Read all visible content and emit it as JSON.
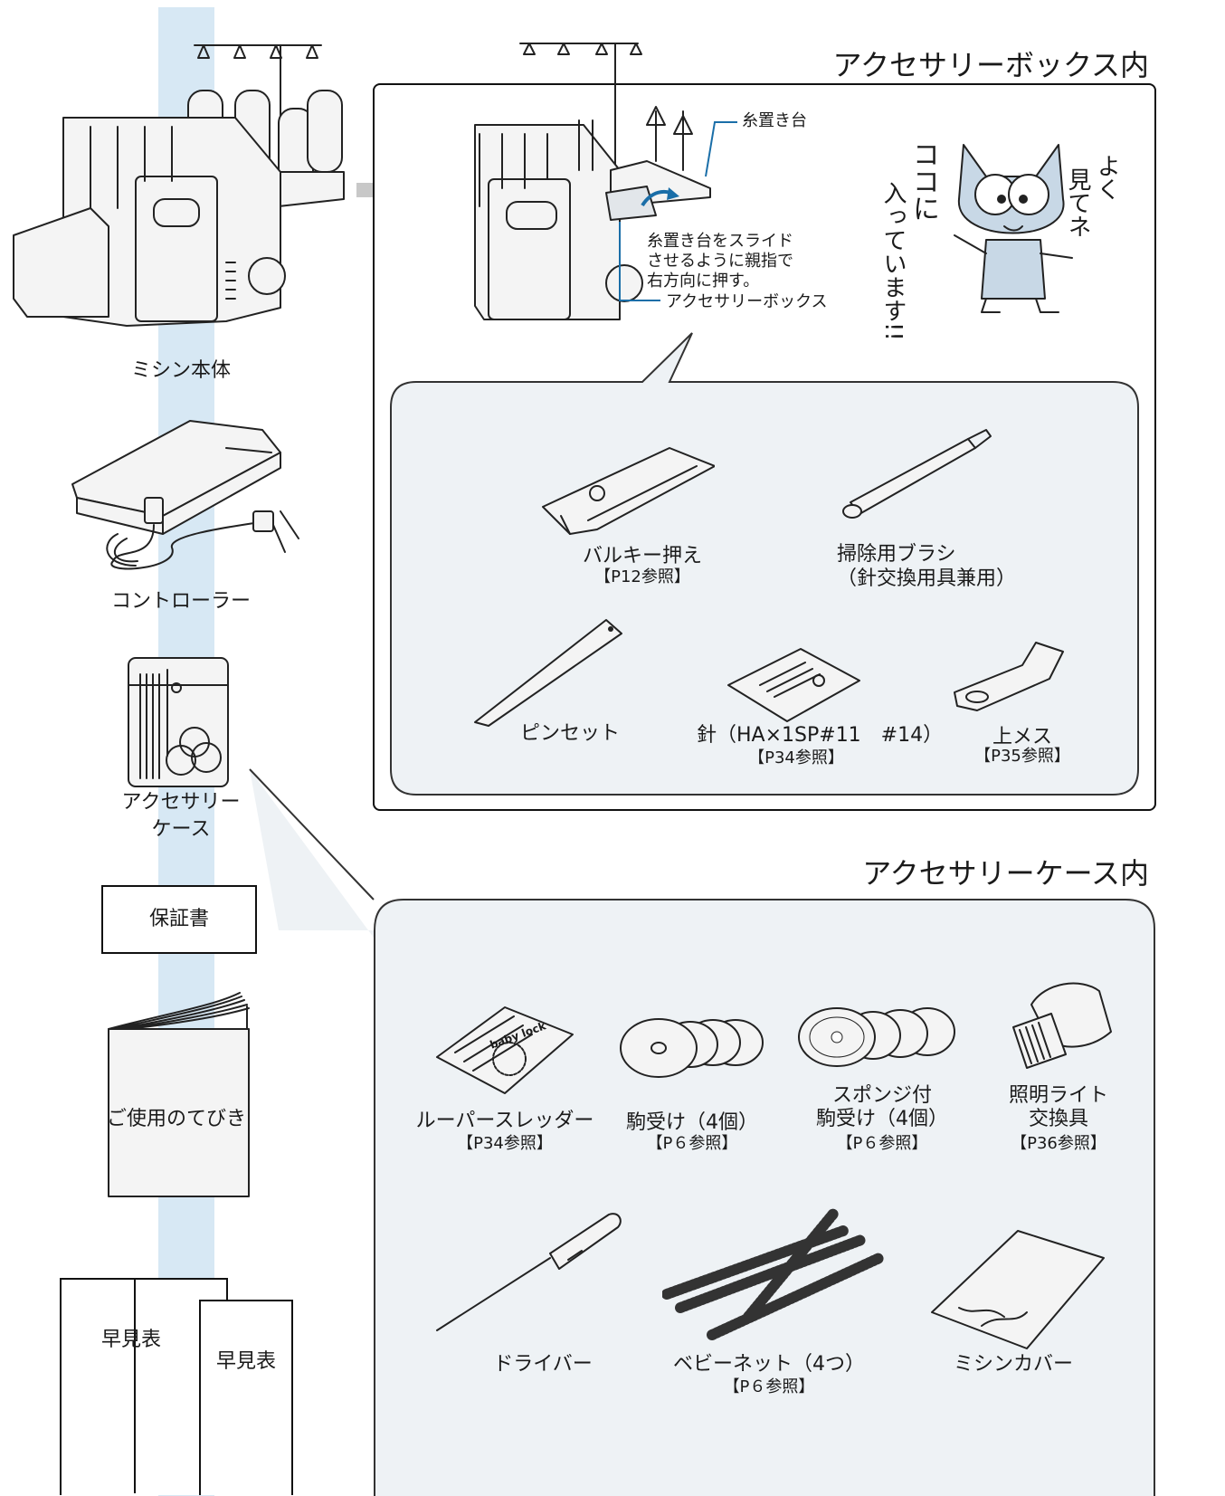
{
  "main_items": {
    "machine": "ミシン本体",
    "controller": "コントローラー",
    "accessory_case_line1": "アクセサリー",
    "accessory_case_line2": "ケース",
    "warranty": "保証書",
    "manual": "ご使用のてびき",
    "quick_ref_1": "早見表",
    "quick_ref_2": "早見表"
  },
  "accessory_box": {
    "title": "アクセサリーボックス内",
    "callout_thread_stand": "糸置き台",
    "instruction_line1": "糸置き台をスライド",
    "instruction_line2": "させるように親指で",
    "instruction_line3": "右方向に押す。",
    "callout_accessory_box": "アクセサリーボックス",
    "mascot_text_1": "ココに",
    "mascot_text_2": "入っています!!",
    "mascot_text_3": "よく",
    "mascot_text_4": "見てネ",
    "items": [
      {
        "name": "バルキー押え",
        "ref": "【P12参照】"
      },
      {
        "name": "掃除用ブラシ",
        "name2": "（針交換用具兼用）"
      },
      {
        "name": "ピンセット"
      },
      {
        "name": "針（HA×1SP#11　#14）",
        "ref": "【P34参照】"
      },
      {
        "name": "上メス",
        "ref": "【P35参照】"
      }
    ]
  },
  "accessory_case": {
    "title": "アクセサリーケース内",
    "items": [
      {
        "name": "ルーパースレッダー",
        "ref": "【P34参照】"
      },
      {
        "name": "駒受け（4個）",
        "ref": "【P６参照】"
      },
      {
        "name": "スポンジ付",
        "name2": "駒受け（4個）",
        "ref": "【P６参照】"
      },
      {
        "name": "照明ライト",
        "name2": "交換具",
        "ref": "【P36参照】"
      },
      {
        "name": "ドライバー"
      },
      {
        "name": "ベビーネット（4つ）",
        "ref": "【P６参照】"
      },
      {
        "name": "ミシンカバー"
      }
    ],
    "threader_print": "baby lock"
  }
}
